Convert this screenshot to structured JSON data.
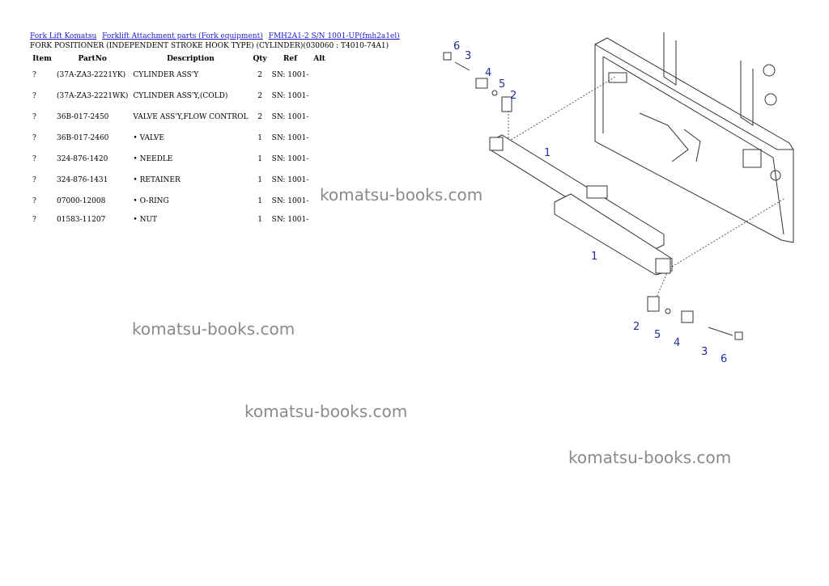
{
  "breadcrumb": [
    "Fork Lift Komatsu",
    "Forklift Attachment parts (Fork equipment)",
    "FMH2A1-2 S/N 1001-UP(fmh2a1el)"
  ],
  "page_title": "FORK POSITIONER (INDEPENDENT STROKE HOOK TYPE) (CYLINDER)(030060 : T4010-74A1)",
  "table": {
    "headers": [
      "Item",
      "PartNo",
      "Description",
      "Qty",
      "Ref",
      "Alt"
    ],
    "rows": [
      {
        "item": "?",
        "part_no": "(37A-ZA3-2221YK)",
        "description": "CYLINDER ASS'Y",
        "qty": "2",
        "ref": "SN: 1001-",
        "alt": ""
      },
      {
        "item": "?",
        "part_no": "(37A-ZA3-2221WK)",
        "description": "CYLINDER ASS'Y,(COLD)",
        "qty": "2",
        "ref": "SN: 1001-",
        "alt": ""
      },
      {
        "item": "?",
        "part_no": "36B-017-2450",
        "description": "VALVE ASS'Y,FLOW CONTROL",
        "qty": "2",
        "ref": "SN: 1001-",
        "alt": ""
      },
      {
        "item": "?",
        "part_no": "36B-017-2460",
        "description": "• VALVE",
        "qty": "1",
        "ref": "SN: 1001-",
        "alt": ""
      },
      {
        "item": "?",
        "part_no": "324-876-1420",
        "description": "• NEEDLE",
        "qty": "1",
        "ref": "SN: 1001-",
        "alt": ""
      },
      {
        "item": "?",
        "part_no": "324-876-1431",
        "description": "• RETAINER",
        "qty": "1",
        "ref": "SN: 1001-",
        "alt": ""
      },
      {
        "item": "?",
        "part_no": "07000-12008",
        "description": "• O-RING",
        "qty": "1",
        "ref": "SN: 1001-",
        "alt": ""
      },
      {
        "item": "?",
        "part_no": "01583-11207",
        "description": "• NUT",
        "qty": "1",
        "ref": "SN: 1001-",
        "alt": ""
      }
    ]
  },
  "diagram": {
    "callouts_top": [
      "6",
      "3",
      "4",
      "5",
      "2"
    ],
    "callouts_cyl": [
      "1",
      "1"
    ],
    "callouts_bottom": [
      "2",
      "5",
      "4",
      "3",
      "6"
    ],
    "colors": {
      "callout": "#1f2f9a",
      "line": "#333333"
    }
  },
  "watermarks": [
    "komatsu-books.com",
    "komatsu-books.com",
    "komatsu-books.com",
    "komatsu-books.com"
  ]
}
